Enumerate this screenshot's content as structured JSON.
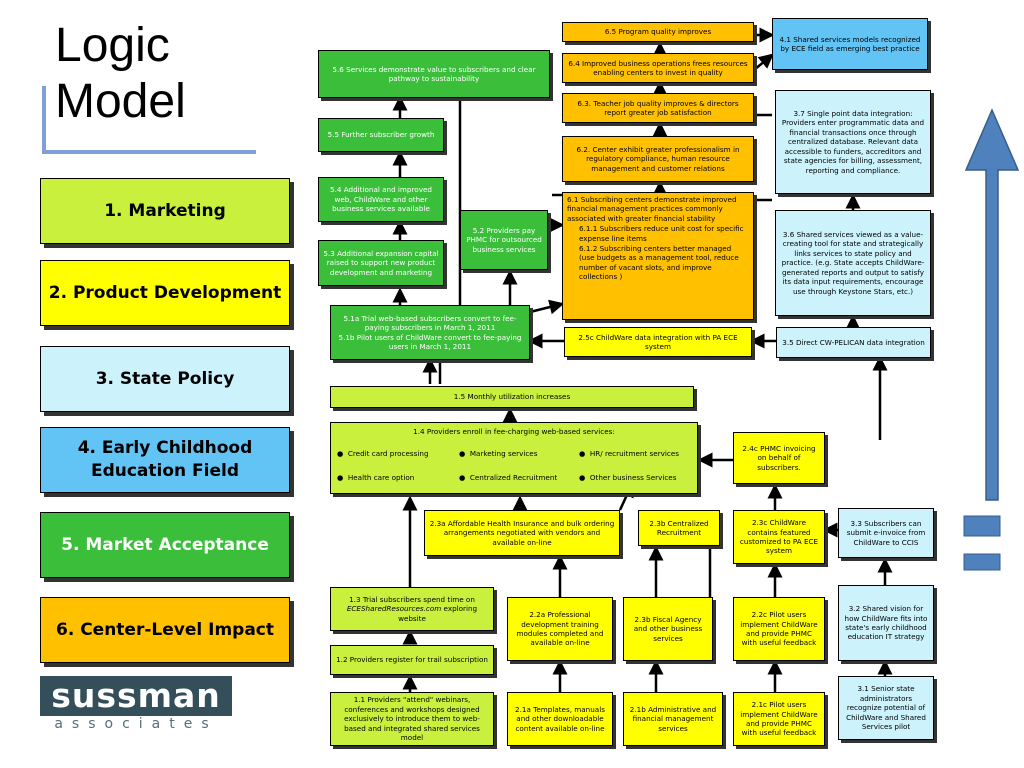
{
  "title_line1": "Logic",
  "title_line2": "Model",
  "legend": [
    {
      "label": "1. Marketing",
      "color": "#c8f03c"
    },
    {
      "label": "2. Product Development",
      "color": "#ffff00"
    },
    {
      "label": "3. State Policy",
      "color": "#ccf2fb"
    },
    {
      "label": "4. Early Childhood Education Field",
      "color": "#62c4f5"
    },
    {
      "label": "5. Market Acceptance",
      "color": "#3bbf3b"
    },
    {
      "label": "6. Center-Level Impact",
      "color": "#ffc000"
    }
  ],
  "logo_main": "sussman",
  "logo_sub": "associates",
  "nodes": {
    "n65": "6.5 Program quality improves",
    "n64": "6.4 Improved business operations frees resources enabling centers to invest in quality",
    "n63": "6.3. Teacher job quality improves & directors report greater job satisfaction",
    "n62": "6.2. Center exhibit greater professionalism in regulatory compliance, human resource management and customer relations",
    "n61": "6.1 Subscribing centers demonstrate improved financial management practices commonly associated with greater financial stability",
    "n611": "6.1.1 Subscribers reduce unit cost for specific expense line items",
    "n612": "6.1.2 Subscribing centers better managed (use budgets as a management tool, reduce number of vacant slots, and improve collections )",
    "n56": "5.6 Services demonstrate value to subscribers and clear pathway to sustainability",
    "n55": "5.5 Further subscriber growth",
    "n54": "5.4 Additional and improved web, ChildWare and other business services available",
    "n53": "5.3 Additional expansion capital raised to support new product development and marketing",
    "n52": "5.2 Providers pay PHMC for outsourced business services",
    "n51": "5.1a Trial web-based subscribers convert to fee-paying subscribers in March 1, 2011\n5.1b Pilot users of ChildWare convert to fee-paying users in March 1, 2011",
    "n41": "4.1 Shared services models recognized by ECE field as emerging best practice",
    "n37": "3.7 Single point data integration: Providers enter programmatic data and financial transactions once through centralized database. Relevant data accessible to funders, accreditors and state agencies for billing, assessment, reporting and compliance.",
    "n36": "3.6 Shared services viewed as a value-creating tool for state and strategically links services to state policy and practice. (e.g. State accepts ChildWare-generated reports and output to satisfy its data input requirements, encourage use through Keystone Stars, etc.)",
    "n35": "3.5 Direct CW-PELICAN data integration",
    "n25c": "2.5c ChildWare data integration with PA ECE system",
    "n15": "1.5 Monthly utilization increases",
    "n14_title": "1.4 Providers enroll in fee-charging web-based services:",
    "n14_items": [
      "Credit card processing",
      "Marketing services",
      "HR/ recruitment services",
      "Health care option",
      "Centralized Recruitment",
      "Other business Services"
    ],
    "n24c": "2.4c PHMC invoicing on behalf of subscribers.",
    "n23a": "2.3a Affordable Health Insurance and bulk ordering arrangements negotiated with vendors and available on-line",
    "n23b": "2.3b Centralized Recruitment",
    "n23c": "2.3c ChildWare contains featured customized to PA ECE system",
    "n33": "3.3 Subscribers can submit e-invoice from ChildWare to CCIS",
    "n13_a": "1.3 Trial subscribers spend time on",
    "n13_b": "ECESharedResources.com",
    "n13_c": "exploring website",
    "n22a": "2.2a Professional development training modules completed and available on-line",
    "n23b2": "2.3b Fiscal Agency and other business services",
    "n22c": "2.2c Pilot users implement ChildWare and provide PHMC with useful feedback",
    "n32": "3.2 Shared vision for how ChildWare fits into state's early childhood education IT strategy",
    "n12": "1.2 Providers register for trail subscription",
    "n11": "1.1 Providers \"attend\" webinars, conferences and workshops designed exclusively to introduce them to web-based and integrated shared services model",
    "n21a": "2.1a Templates, manuals and other downloadable content available on-line",
    "n21b": "2.1b Administrative and financial management services",
    "n21c": "2.1c Pilot users implement ChildWare and provide PHMC with useful feedback",
    "n31": "3.1 Senior state administrators recognize potential of ChildWare and Shared Services pilot"
  },
  "arrow_color": "#4f81bd"
}
